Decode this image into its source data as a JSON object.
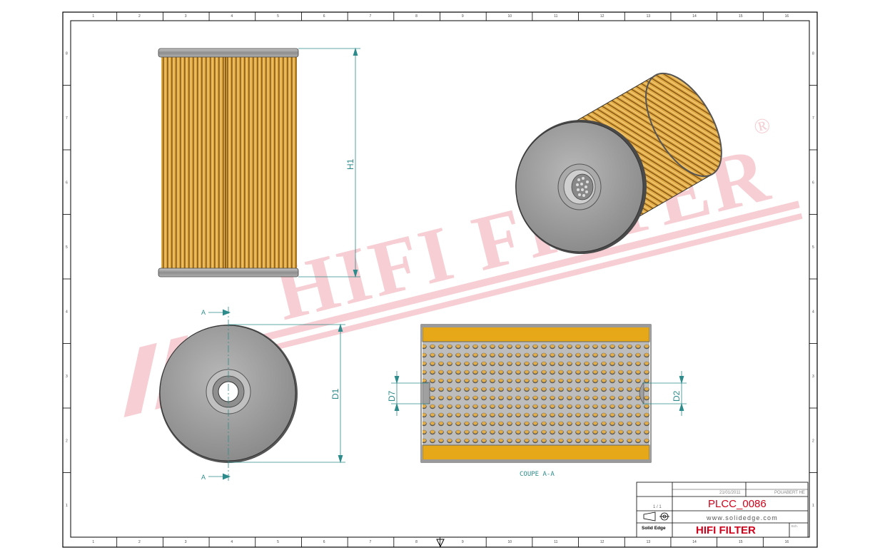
{
  "drawing": {
    "dimensions": {
      "h1": "H1",
      "d1": "D1",
      "d7": "D7",
      "d2": "D2"
    },
    "section": {
      "marker_top": "A",
      "marker_bottom": "A",
      "caption": "COUPE A-A"
    },
    "watermark": {
      "text": "HIFI FILTER",
      "registered": "®"
    },
    "border": {
      "columns": [
        "1",
        "2",
        "3",
        "4",
        "5",
        "6",
        "7",
        "8",
        "9",
        "10",
        "11",
        "12",
        "13",
        "14",
        "15",
        "16"
      ],
      "rows": [
        "8",
        "7",
        "6",
        "5",
        "4",
        "3",
        "2",
        "1"
      ]
    }
  },
  "title_block": {
    "date": "21/01/2011",
    "author": "POUABERT HE",
    "sheet": "1 / 1",
    "part_number": "PLCC_0086",
    "website": "www.solidedge.com",
    "software": "Solid Edge",
    "brand": "HIFI FILTER",
    "small_label": "Ech."
  },
  "colors": {
    "pleat": "#d9a43e",
    "pleat_dark": "#8a5a14",
    "cap_gray": "#9a9a9a",
    "dim_teal": "#2e8b8b",
    "watermark": "#f6c9cf",
    "accent_red": "#d0021b"
  }
}
